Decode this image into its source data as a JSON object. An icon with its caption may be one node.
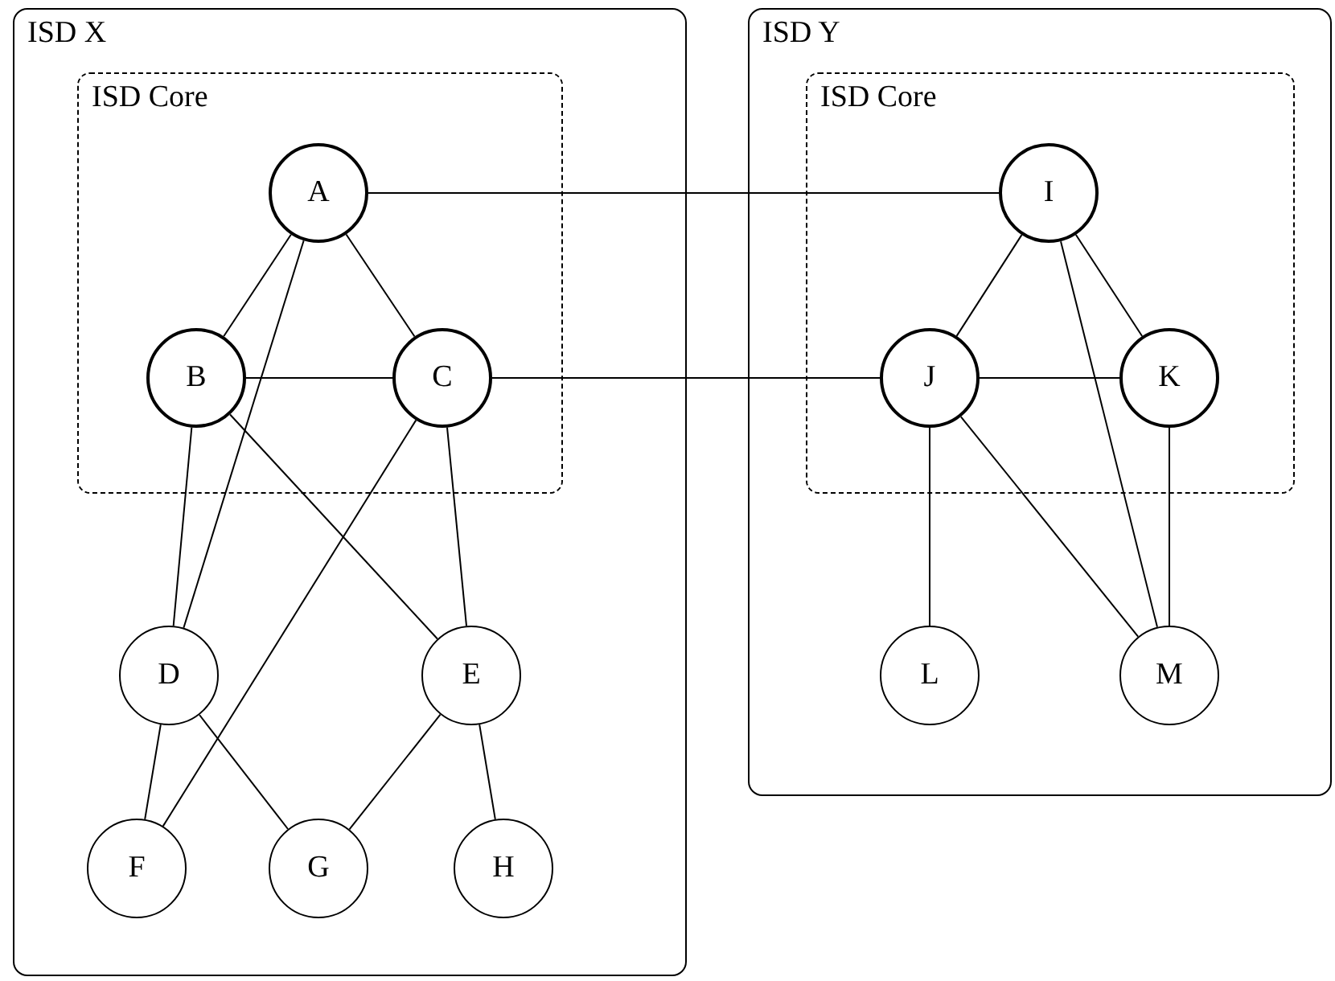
{
  "diagram": {
    "nodes": [
      {
        "text": [
          "ISD X"
        ]
      },
      {
        "text": [
          "ISD Core"
        ],
        "in": 0
      },
      {
        "text": [
          "A"
        ],
        "in": 1
      },
      {
        "text": [
          "B"
        ],
        "in": 1
      },
      {
        "text": [
          "C"
        ],
        "in": 1
      },
      {
        "text": [
          "D"
        ],
        "in": 0
      },
      {
        "text": [
          "E"
        ],
        "in": 0
      },
      {
        "text": [
          "F"
        ],
        "in": 0
      },
      {
        "text": [
          "G"
        ],
        "in": 0
      },
      {
        "text": [
          "H"
        ],
        "in": 0
      },
      {
        "text": [
          "ISD Y"
        ]
      },
      {
        "text": [
          "ISD Core"
        ],
        "in": 10
      },
      {
        "text": [
          "I"
        ],
        "in": 11
      },
      {
        "text": [
          "J"
        ],
        "in": 11
      },
      {
        "text": [
          "K"
        ],
        "in": 11
      },
      {
        "text": [
          "L"
        ],
        "in": 10
      },
      {
        "text": [
          "M"
        ],
        "in": 10
      }
    ],
    "edges": [
      {
        "from": 2,
        "to": 12,
        "arrow": "none"
      },
      {
        "from": 2,
        "to": 3,
        "arrow": "none"
      },
      {
        "from": 2,
        "to": 4,
        "arrow": "none"
      },
      {
        "from": 2,
        "to": 5,
        "arrow": "none"
      },
      {
        "from": 3,
        "to": 4,
        "arrow": "none"
      },
      {
        "from": 3,
        "to": 5,
        "arrow": "none"
      },
      {
        "from": 3,
        "to": 6,
        "arrow": "none"
      },
      {
        "from": 4,
        "to": 7,
        "arrow": "none"
      },
      {
        "from": 4,
        "to": 6,
        "arrow": "none"
      },
      {
        "from": 4,
        "to": 13,
        "arrow": "none"
      },
      {
        "from": 5,
        "to": 7,
        "arrow": "none"
      },
      {
        "from": 5,
        "to": 8,
        "arrow": "none"
      },
      {
        "from": 6,
        "to": 8,
        "arrow": "none"
      },
      {
        "from": 6,
        "to": 9,
        "arrow": "none"
      },
      {
        "from": 12,
        "to": 13,
        "arrow": "none"
      },
      {
        "from": 12,
        "to": 14,
        "arrow": "none"
      },
      {
        "from": 12,
        "to": 16,
        "arrow": "none"
      },
      {
        "from": 13,
        "to": 14,
        "arrow": "none"
      },
      {
        "from": 13,
        "to": 15,
        "arrow": "none"
      },
      {
        "from": 13,
        "to": 16,
        "arrow": "none"
      },
      {
        "from": 14,
        "to": 16,
        "arrow": "none"
      }
    ]
  }
}
